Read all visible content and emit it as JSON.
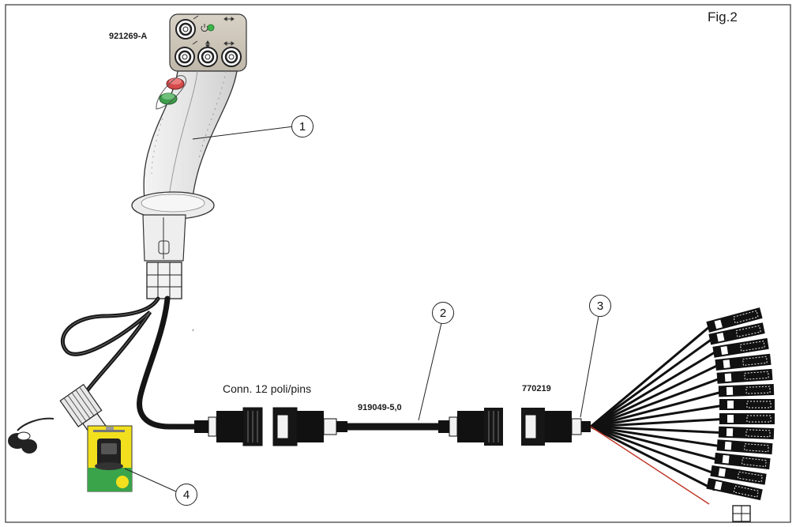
{
  "figure_label": "Fig.2",
  "part_codes": {
    "joystick": "921269-A",
    "cable": "919049-5,0",
    "harness": "770219"
  },
  "connector_label": "Conn. 12 poli/pins",
  "callouts": [
    "1",
    "2",
    "3",
    "4"
  ]
}
